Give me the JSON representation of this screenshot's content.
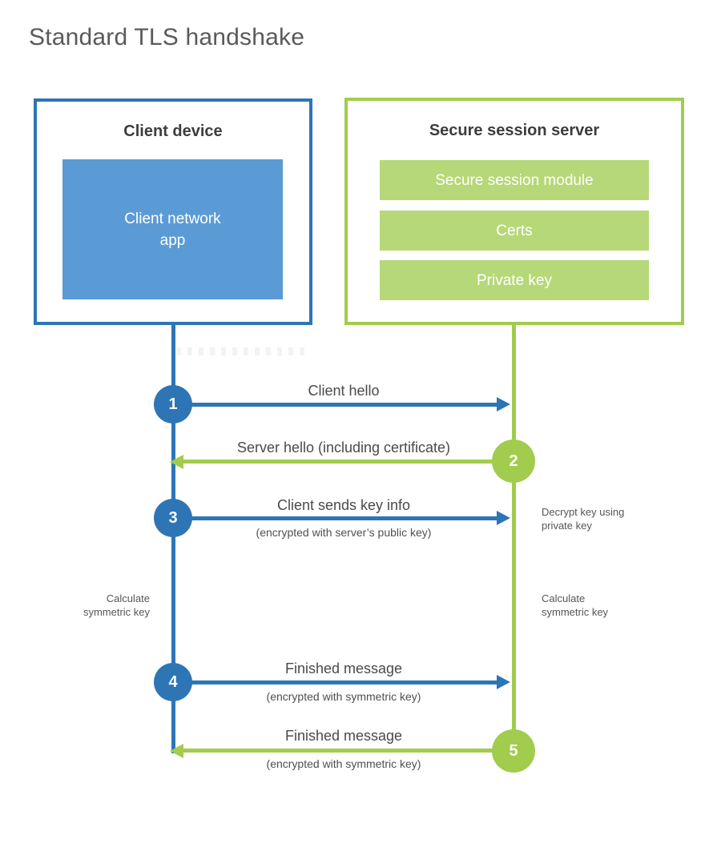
{
  "title": "Standard TLS handshake",
  "colors": {
    "blue": "#2e75b6",
    "light_blue": "#5b9bd5",
    "green": "#a2cc4d",
    "light_green": "#b6d878",
    "heading_text": "#3d3d3d",
    "label_text": "#4a4a4a",
    "title_text": "#5a5a5a"
  },
  "client": {
    "title": "Client device",
    "app_label": "Client network\napp"
  },
  "server": {
    "title": "Secure session server",
    "modules": [
      "Secure session module",
      "Certs",
      "Private key"
    ]
  },
  "steps": [
    {
      "num": "1",
      "label": "Client hello",
      "sub": ""
    },
    {
      "num": "2",
      "label": "Server hello (including certificate)",
      "sub": ""
    },
    {
      "num": "3",
      "label": "Client sends key info",
      "sub": "(encrypted with server’s public key)"
    },
    {
      "num": "4",
      "label": "Finished message",
      "sub": "(encrypted with symmetric key)"
    },
    {
      "num": "5",
      "label": "Finished message",
      "sub": "(encrypted with symmetric key)"
    }
  ],
  "notes": {
    "decrypt": "Decrypt key using\nprivate key",
    "calc_left": "Calculate\nsymmetric key",
    "calc_right": "Calculate\nsymmetric key"
  }
}
